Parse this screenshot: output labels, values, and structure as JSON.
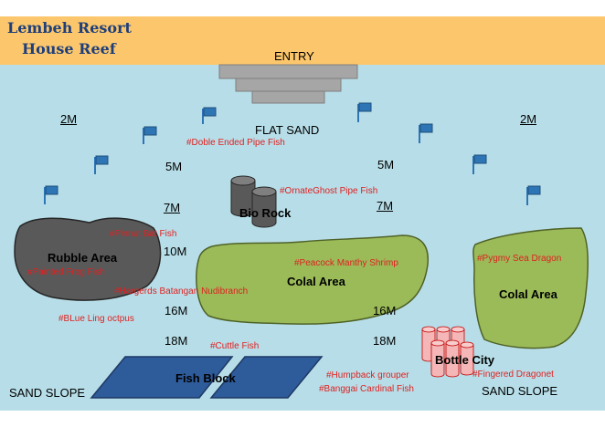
{
  "title": {
    "line1": "Lembeh Resort",
    "line2": "House Reef"
  },
  "labels": {
    "entry": "ENTRY",
    "flat_sand": "FLAT SAND",
    "sand_slope": "SAND SLOPE",
    "depth_2m": "2M",
    "depth_5m": "5M",
    "depth_7m": "7M",
    "depth_10m": "10M",
    "depth_16m": "16M",
    "depth_18m": "18M"
  },
  "areas": {
    "rubble": "Rubble Area",
    "bio_rock": "Bio Rock",
    "colal_main": "Colal Area",
    "colal_right": "Colal Area",
    "fish_block": "Fish Block",
    "bottle_city": "Bottle City"
  },
  "species": {
    "doble_ended_pipe_fish": "#Doble Ended Pipe Fish",
    "ornate_ghost_pipe_fish": "#OrnateGhost Pipe Fish",
    "pinnut_bat_fish": "#Pinnut  Bat Fish",
    "painted_frog_fish": "#Painted Frog Fish",
    "hargerds_batangan_nudibranch": "#Hargerds Batangan Nudibranch",
    "blue_ling_octpus": "#BLue Ling octpus",
    "peacock_manthy_shrimp": "#Peacock Manthy Shrimp",
    "pygmy_sea_dragon": "#Pygmy Sea Dragon",
    "cuttle_fish": "#Cuttle Fish",
    "humpback_grouper": "#Humpback grouper",
    "banggai_cardinal_fish": "#Banggai Cardinal Fish",
    "fingered_dragonet": "#Fingered Dragonet"
  },
  "colors": {
    "sand": "#fcc76c",
    "sea": "#b7dee8",
    "rubble": "#595959",
    "coral": "#9bbb59",
    "fish_block": "#2e5b9a",
    "bottle": "#f4b6b6",
    "flag": "#2e75b6",
    "species_text": "#e02020"
  }
}
